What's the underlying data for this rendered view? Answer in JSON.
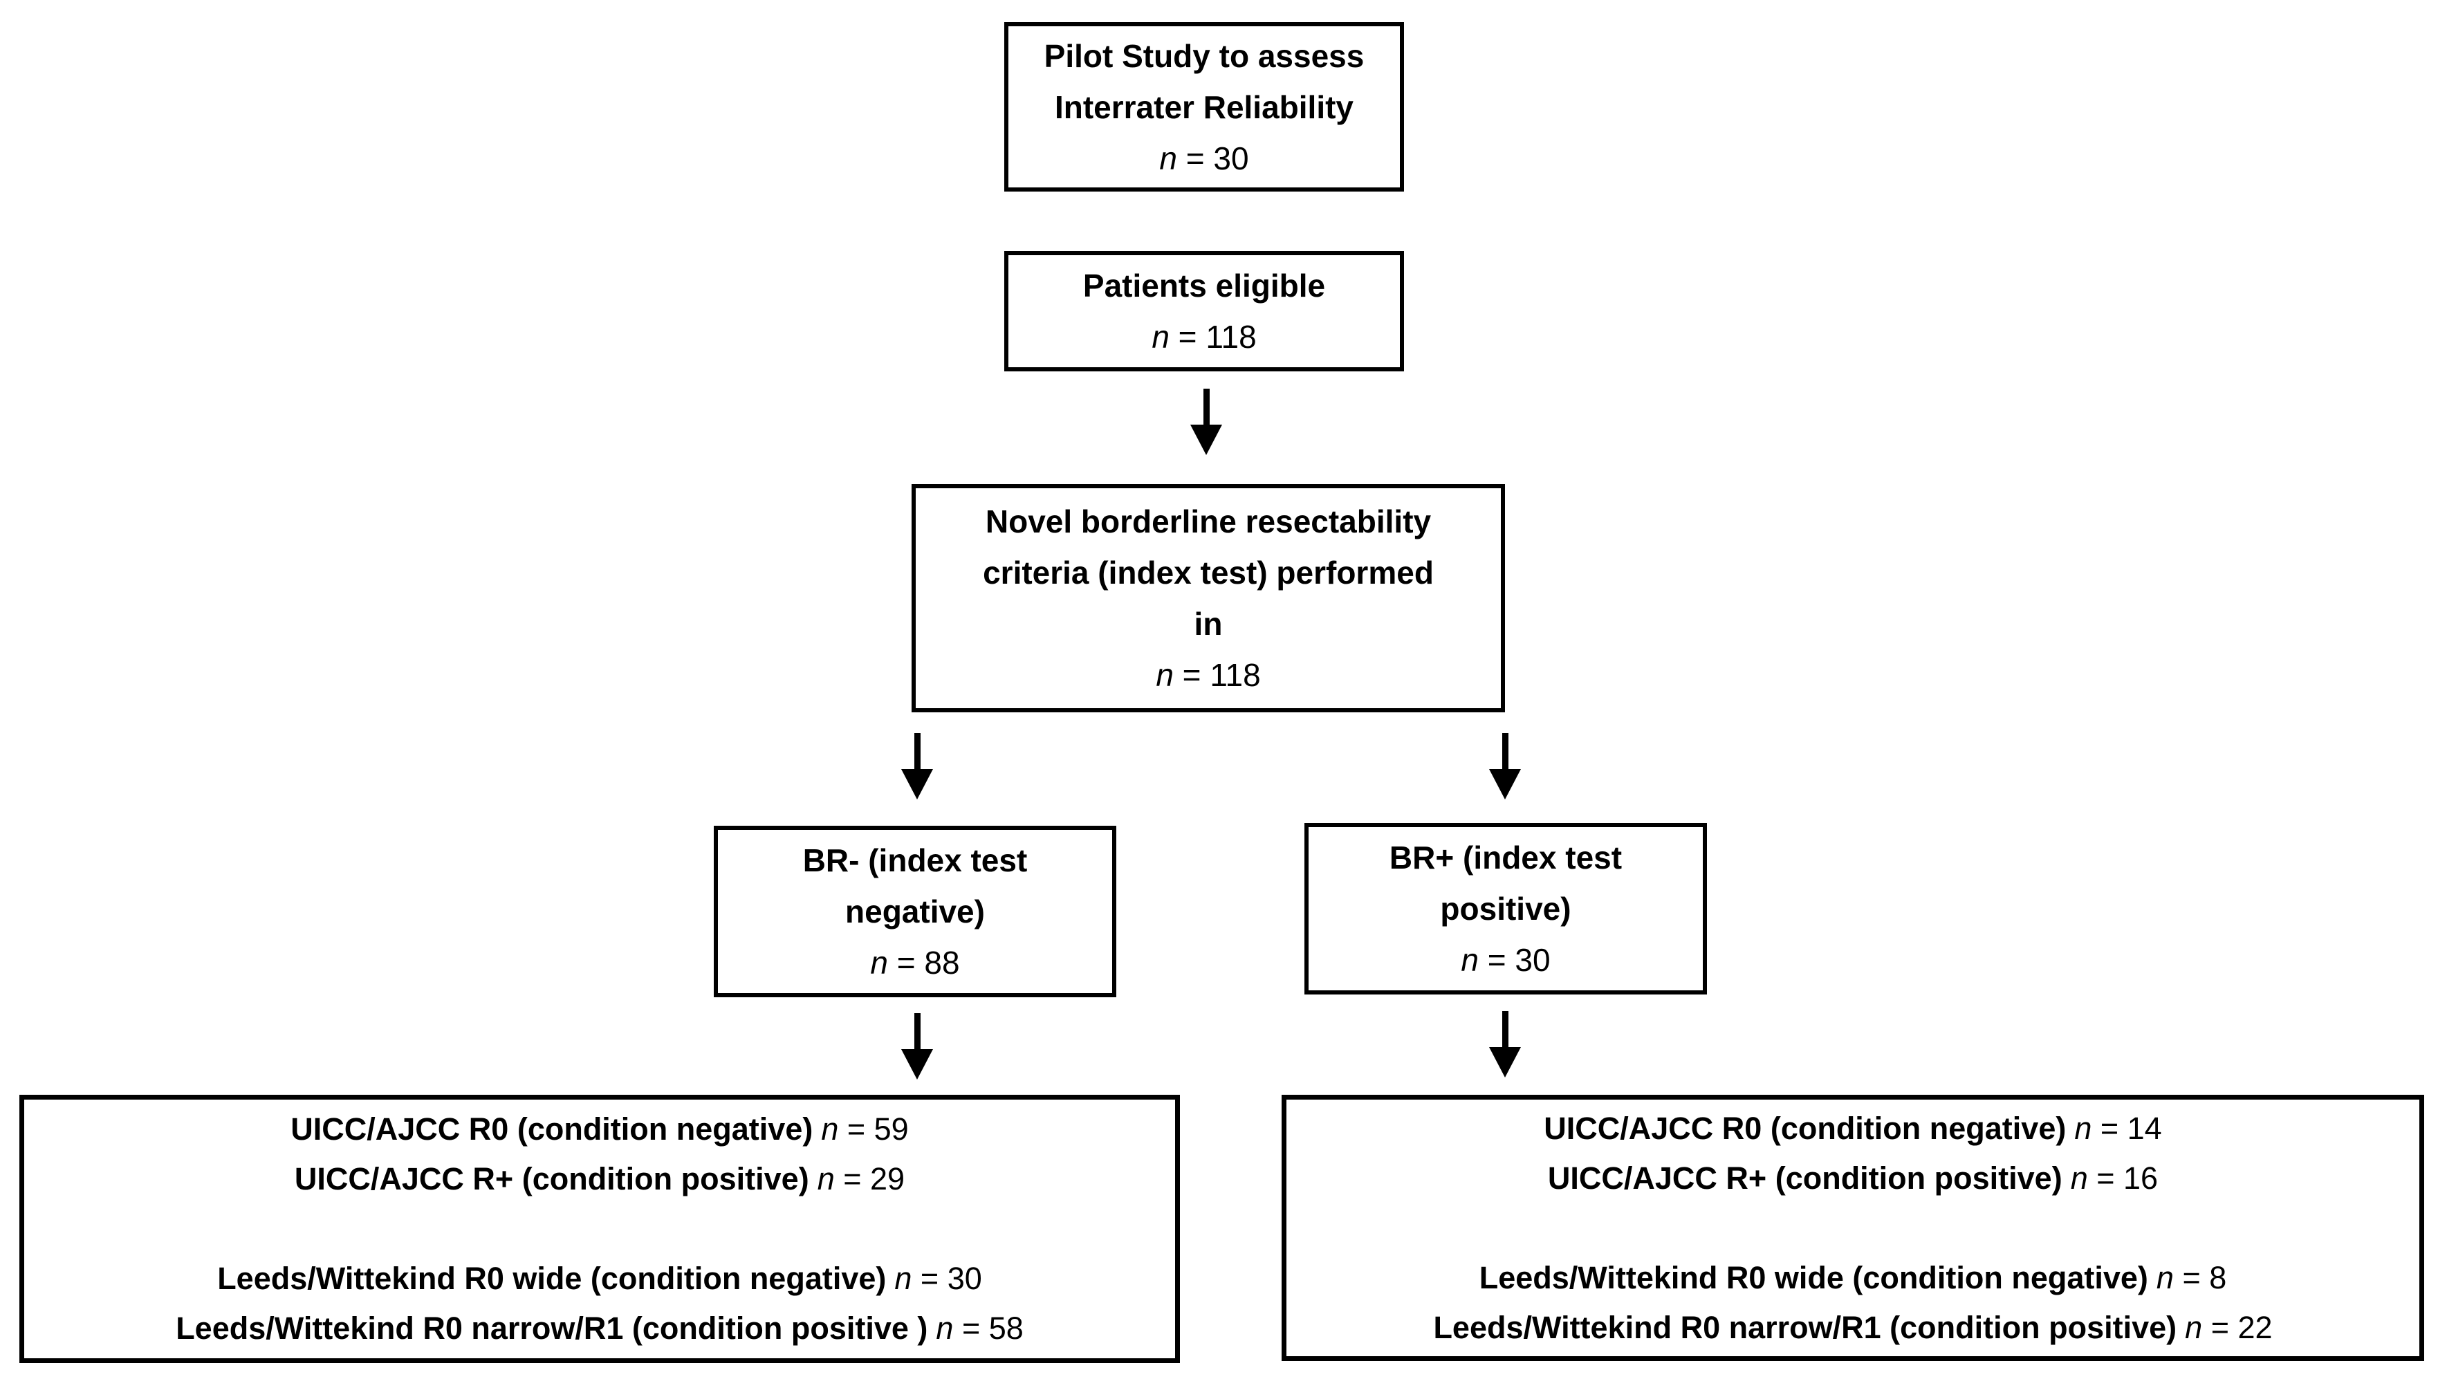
{
  "symbols": {
    "n": "n",
    "eq": " = "
  },
  "colors": {
    "border": "#000000",
    "text": "#000000",
    "background": "#ffffff"
  },
  "flow": {
    "pilot": {
      "lines": [
        "Pilot Study to assess",
        "Interrater Reliability"
      ],
      "n": "30"
    },
    "eligible": {
      "lines": [
        "Patients eligible"
      ],
      "n": "118"
    },
    "index_test": {
      "lines": [
        "Novel borderline resectability",
        "criteria (index test) performed",
        "in"
      ],
      "n": "118"
    },
    "br_negative": {
      "lines": [
        "BR- (index test",
        "negative)"
      ],
      "n": "88"
    },
    "br_positive": {
      "lines": [
        "BR+ (index test",
        "positive)"
      ],
      "n": "30"
    },
    "outcome_negative": {
      "uicc": [
        {
          "label": "UICC/AJCC R0 (condition negative)",
          "value": "59"
        },
        {
          "label": "UICC/AJCC R+ (condition positive)",
          "value": "29"
        }
      ],
      "leeds": [
        {
          "label": "Leeds/Wittekind R0 wide (condition negative)",
          "value": "30"
        },
        {
          "label": "Leeds/Wittekind R0 narrow/R1 (condition positive )",
          "value": "58"
        }
      ]
    },
    "outcome_positive": {
      "uicc": [
        {
          "label": "UICC/AJCC R0 (condition negative)",
          "value": "14"
        },
        {
          "label": "UICC/AJCC R+ (condition positive)",
          "value": "16"
        }
      ],
      "leeds": [
        {
          "label": "Leeds/Wittekind R0 wide (condition negative)",
          "value": "8"
        },
        {
          "label": "Leeds/Wittekind R0 narrow/R1 (condition positive)",
          "value": "22"
        }
      ]
    }
  }
}
